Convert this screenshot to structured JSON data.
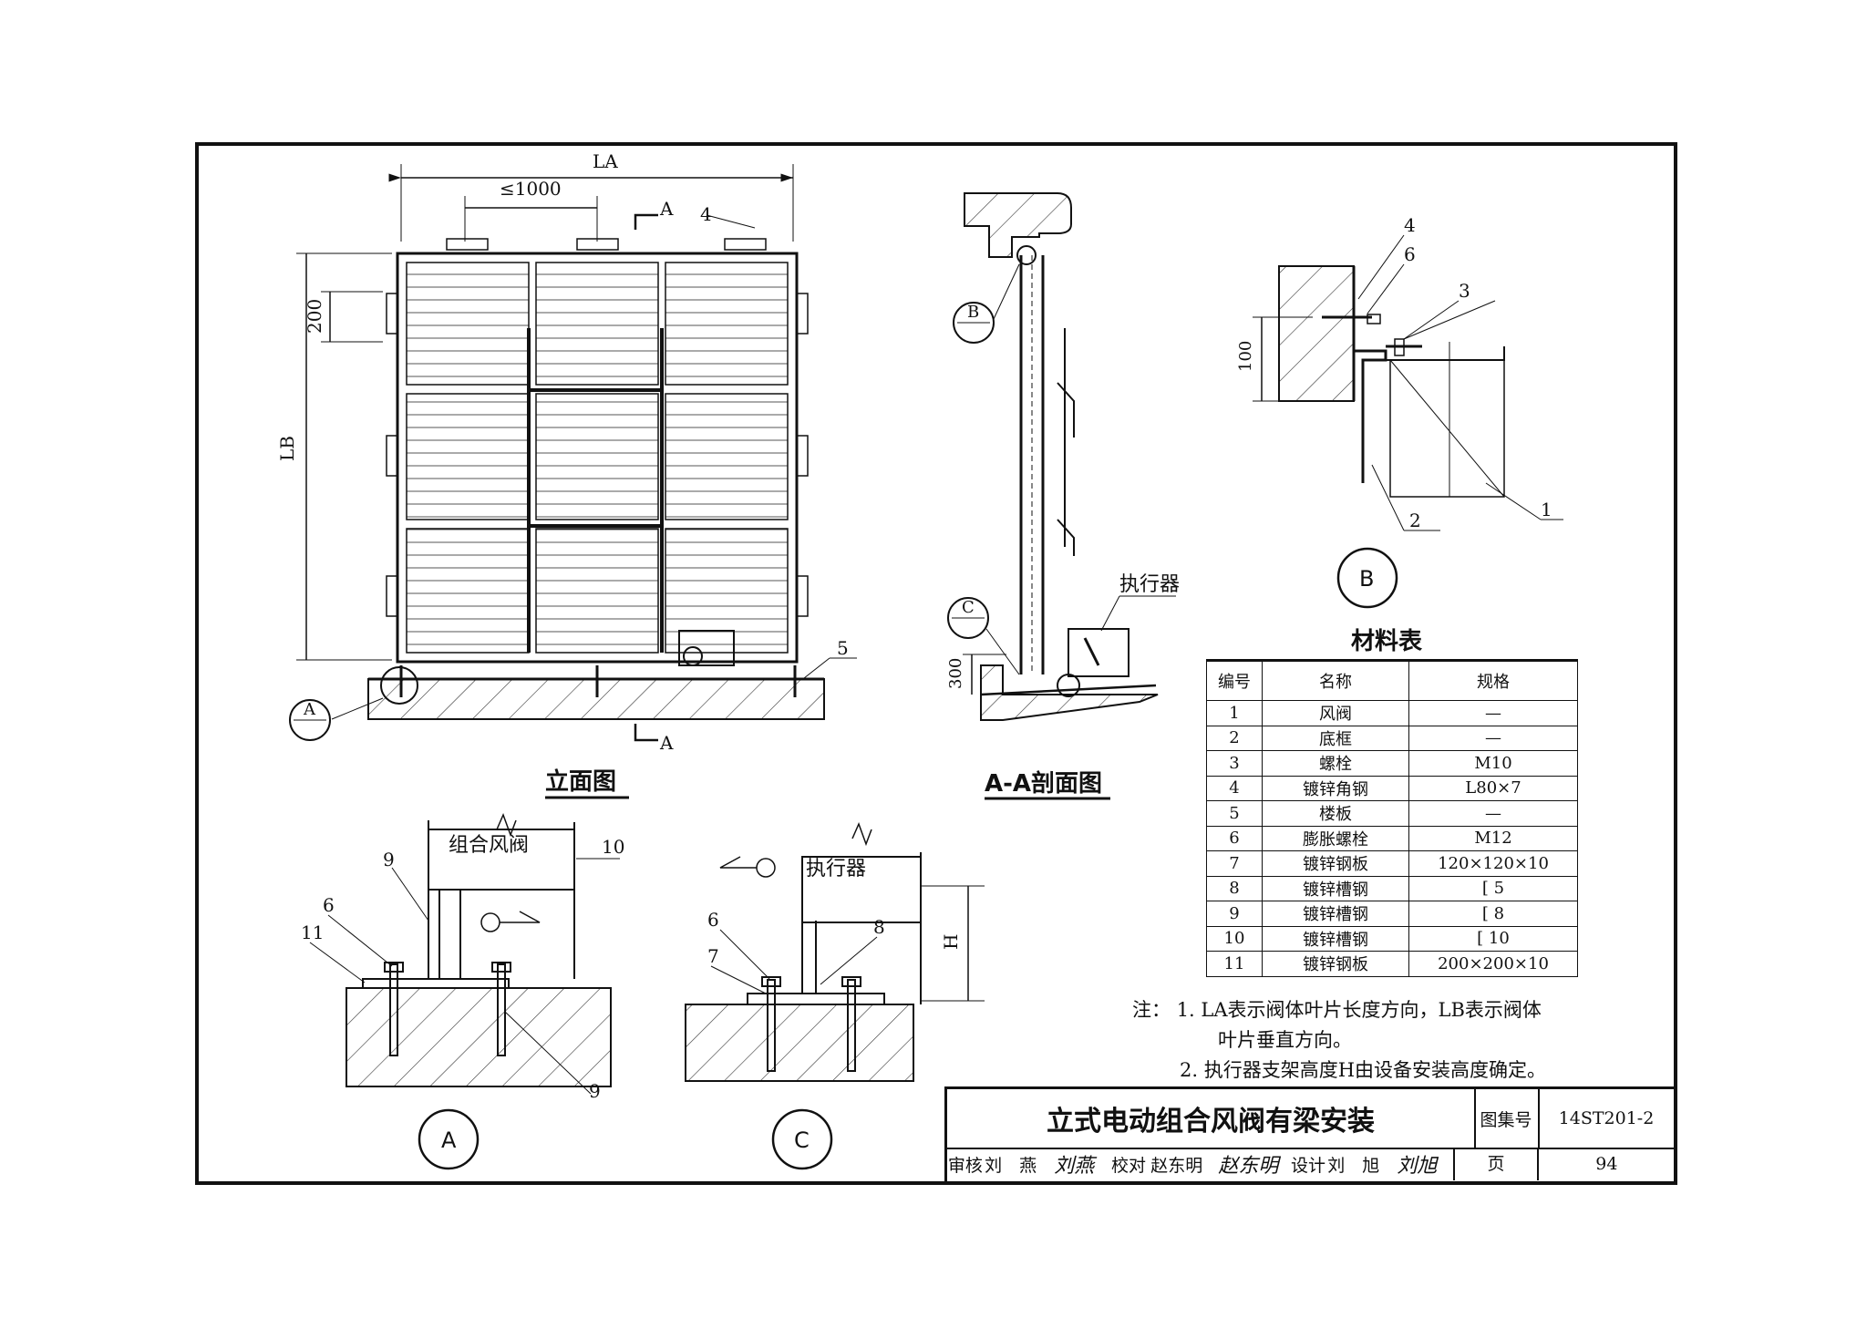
{
  "elevation": {
    "title": "立面图",
    "dim_la": "LA",
    "dim_lb": "LB",
    "dim_max": "≤1000",
    "dim_200": "200",
    "section_mark": "A",
    "callout_4": "4",
    "callout_5": "5",
    "detail_ref": "A"
  },
  "section": {
    "title": "A-A剖面图",
    "actuator_label": "执行器",
    "dim_300": "300",
    "detail_b": "B",
    "detail_c": "C"
  },
  "detail_b": {
    "label": "B",
    "dim_100": "100",
    "callouts": [
      "4",
      "6",
      "3",
      "2",
      "1"
    ]
  },
  "detail_a": {
    "label": "A",
    "box_text": "组合风阀",
    "callouts": [
      "9",
      "10",
      "6",
      "11",
      "9"
    ]
  },
  "detail_c": {
    "label": "C",
    "box_text": "执行器",
    "dim_h": "H",
    "callouts": [
      "6",
      "8",
      "7"
    ]
  },
  "materials": {
    "title": "材料表",
    "headers": [
      "编号",
      "名称",
      "规格"
    ],
    "rows": [
      [
        "1",
        "风阀",
        "—"
      ],
      [
        "2",
        "底框",
        "—"
      ],
      [
        "3",
        "螺栓",
        "M10"
      ],
      [
        "4",
        "镀锌角钢",
        "L80×7"
      ],
      [
        "5",
        "楼板",
        "—"
      ],
      [
        "6",
        "膨胀螺栓",
        "M12"
      ],
      [
        "7",
        "镀锌钢板",
        "120×120×10"
      ],
      [
        "8",
        "镀锌槽钢",
        "[ 5"
      ],
      [
        "9",
        "镀锌槽钢",
        "[ 8"
      ],
      [
        "10",
        "镀锌槽钢",
        "[ 10"
      ],
      [
        "11",
        "镀锌钢板",
        "200×200×10"
      ]
    ]
  },
  "notes": {
    "prefix": "注：",
    "n1a": "1. LA表示阀体叶片长度方向，LB表示阀体",
    "n1b": "叶片垂直方向。",
    "n2": "2. 执行器支架高度H由设备安装高度确定。"
  },
  "title_block": {
    "title": "立式电动组合风阀有梁安装",
    "atlas_label": "图集号",
    "atlas_no": "14ST201-2",
    "review_label": "审核",
    "review_name": "刘　燕",
    "check_label": "校对",
    "check_name": "赵东明",
    "design_label": "设计",
    "design_name": "刘　旭",
    "page_label": "页",
    "page_no": "94"
  }
}
